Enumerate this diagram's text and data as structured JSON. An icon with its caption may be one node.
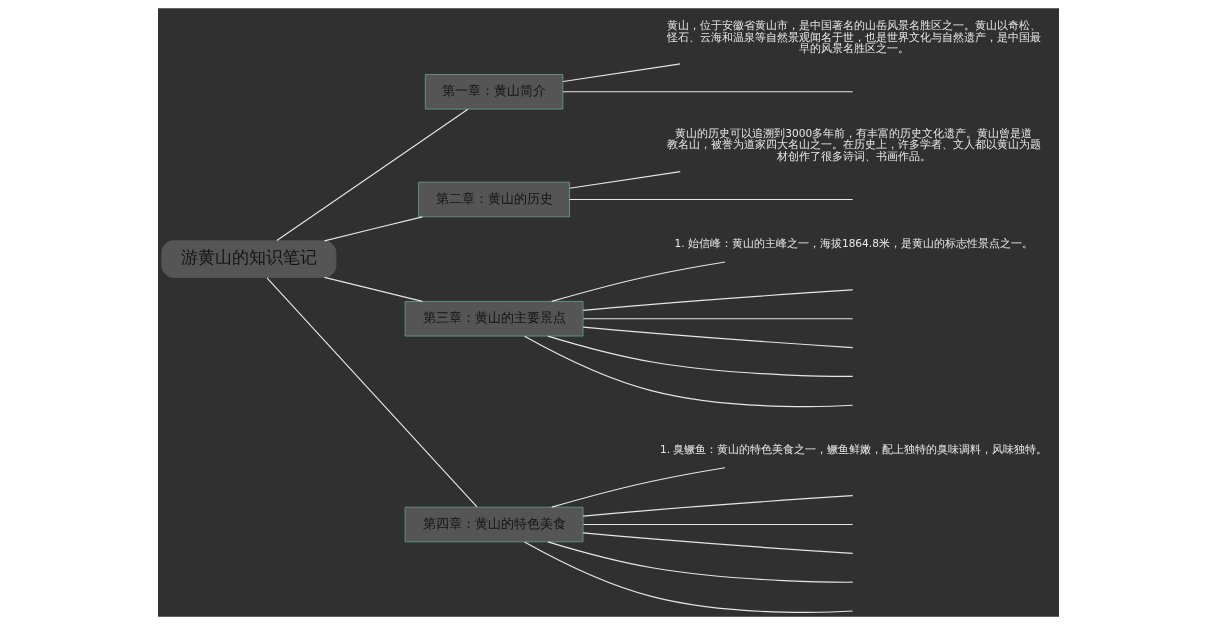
{
  "diagram": {
    "nodes": [
      {
        "text": [
          "游黄山的知识笔记"
        ]
      },
      {
        "text": [
          "第一章：黄山简介"
        ]
      },
      {
        "text": [
          "第二章：黄山的历史"
        ]
      },
      {
        "text": [
          "第三章：黄山的主要景点"
        ]
      },
      {
        "text": [
          "第四章：黄山的特色美食"
        ]
      },
      {
        "text": [
          "黄山，位于安徽省黄山市，是中国著名的山岳风景名胜区之一。黄山以奇松、怪石、云海和温泉等自然景观闻名于世，也是世界文化与自然遗产，是中国最早的风景名胜区之一。"
        ]
      },
      {
        "text": [
          "黄山的历史可以追溯到3000多年前，有丰富的历史文化遗产。黄山曾是道教名山，被誉为道家四大名山之一。在历史上，许多学者、文人都以黄山为题材创作了很多诗词、书画作品。"
        ]
      },
      {
        "text": [
          "1. 始信峰：黄山的主峰之一，海拔1864.8米，是黄山的标志性景点之一。"
        ]
      },
      {
        "text": [
          "1. 臭鳜鱼：黄山的特色美食之一，鳜鱼鲜嫩，配上独特的臭味调料，风味独特。"
        ]
      }
    ],
    "edges": [
      {
        "from": 0,
        "to": 1,
        "arrow": "none"
      },
      {
        "from": 0,
        "to": 2,
        "arrow": "none"
      },
      {
        "from": 0,
        "to": 3,
        "arrow": "none"
      },
      {
        "from": 0,
        "to": 4,
        "arrow": "none"
      },
      {
        "from": 1,
        "to": null,
        "arrow": "none"
      },
      {
        "from": 1,
        "to": 5,
        "arrow": "none"
      },
      {
        "from": 2,
        "to": null,
        "arrow": "none"
      },
      {
        "from": 2,
        "to": 6,
        "arrow": "none"
      },
      {
        "from": 3,
        "to": 7,
        "arrow": "none"
      },
      {
        "from": 3,
        "to": null,
        "arrow": "none"
      },
      {
        "from": 3,
        "to": null,
        "arrow": "none"
      },
      {
        "from": 3,
        "to": null,
        "arrow": "none"
      },
      {
        "from": 3,
        "to": null,
        "arrow": "none"
      },
      {
        "from": 3,
        "to": null,
        "arrow": "none"
      },
      {
        "from": 4,
        "to": 8,
        "arrow": "none"
      },
      {
        "from": 4,
        "to": null,
        "arrow": "none"
      },
      {
        "from": 4,
        "to": null,
        "arrow": "none"
      },
      {
        "from": 4,
        "to": null,
        "arrow": "none"
      },
      {
        "from": 4,
        "to": null,
        "arrow": "none"
      },
      {
        "from": 4,
        "to": null,
        "arrow": "none"
      }
    ]
  }
}
